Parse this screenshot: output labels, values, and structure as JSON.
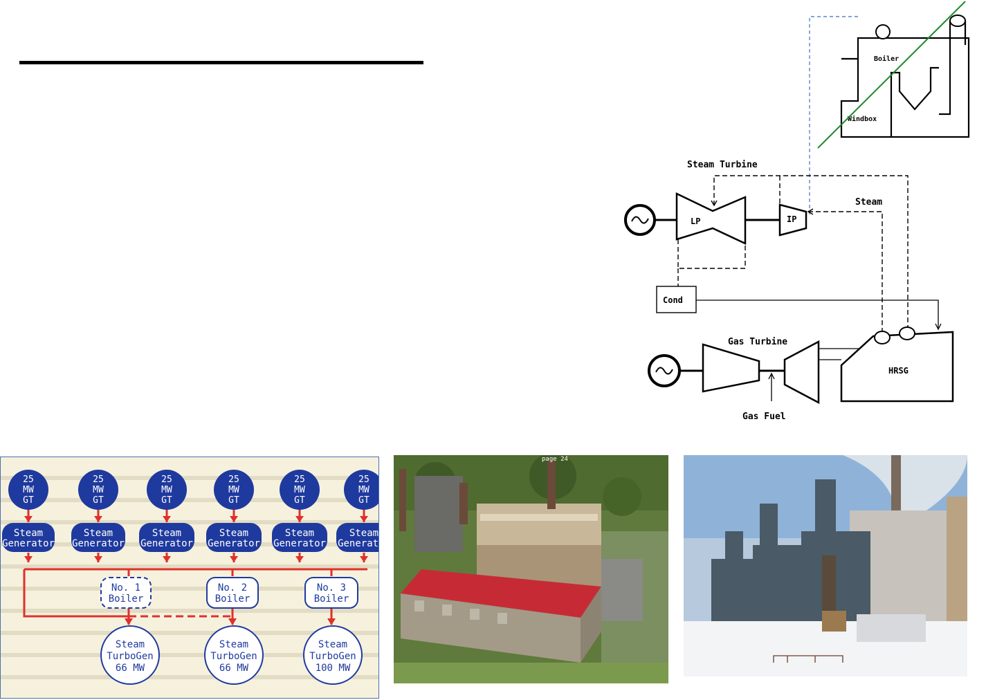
{
  "schematic": {
    "boiler_label": "Boiler",
    "windbox_label": "Windbox",
    "steam_turbine_label": "Steam Turbine",
    "lp_label": "LP",
    "ip_label": "IP",
    "steam_label": "Steam",
    "cond_label": "Cond",
    "gas_turbine_label": "Gas Turbine",
    "hrsg_label": "HRSG",
    "gas_fuel_label": "Gas Fuel"
  },
  "block_diagram": {
    "gt_units": [
      {
        "l1": "25",
        "l2": "MW",
        "l3": "GT"
      },
      {
        "l1": "25",
        "l2": "MW",
        "l3": "GT"
      },
      {
        "l1": "25",
        "l2": "MW",
        "l3": "GT"
      },
      {
        "l1": "25",
        "l2": "MW",
        "l3": "GT"
      },
      {
        "l1": "25",
        "l2": "MW",
        "l3": "GT"
      },
      {
        "l1": "25",
        "l2": "MW",
        "l3": "GT"
      }
    ],
    "steam_generators": [
      {
        "l1": "Steam",
        "l2": "Generator"
      },
      {
        "l1": "Steam",
        "l2": "Generator"
      },
      {
        "l1": "Steam",
        "l2": "Generator"
      },
      {
        "l1": "Steam",
        "l2": "Generator"
      },
      {
        "l1": "Steam",
        "l2": "Generator"
      },
      {
        "l1": "Steam",
        "l2": "Generator"
      }
    ],
    "boilers": [
      {
        "l1": "No. 1",
        "l2": "Boiler"
      },
      {
        "l1": "No. 2",
        "l2": "Boiler"
      },
      {
        "l1": "No. 3",
        "l2": "Boiler"
      }
    ],
    "turbogens": [
      {
        "l1": "Steam",
        "l2": "TurboGen",
        "l3": "66 MW"
      },
      {
        "l1": "Steam",
        "l2": "TurboGen",
        "l3": "66 MW"
      },
      {
        "l1": "Steam",
        "l2": "TurboGen",
        "l3": "100 MW"
      }
    ],
    "colors": {
      "node_fill": "#1f3a9e",
      "line": "#e0302a",
      "outline": "#1f3a9e",
      "background": "#f6f1dd"
    }
  },
  "photo_aerial": {
    "caption": "page 24"
  }
}
